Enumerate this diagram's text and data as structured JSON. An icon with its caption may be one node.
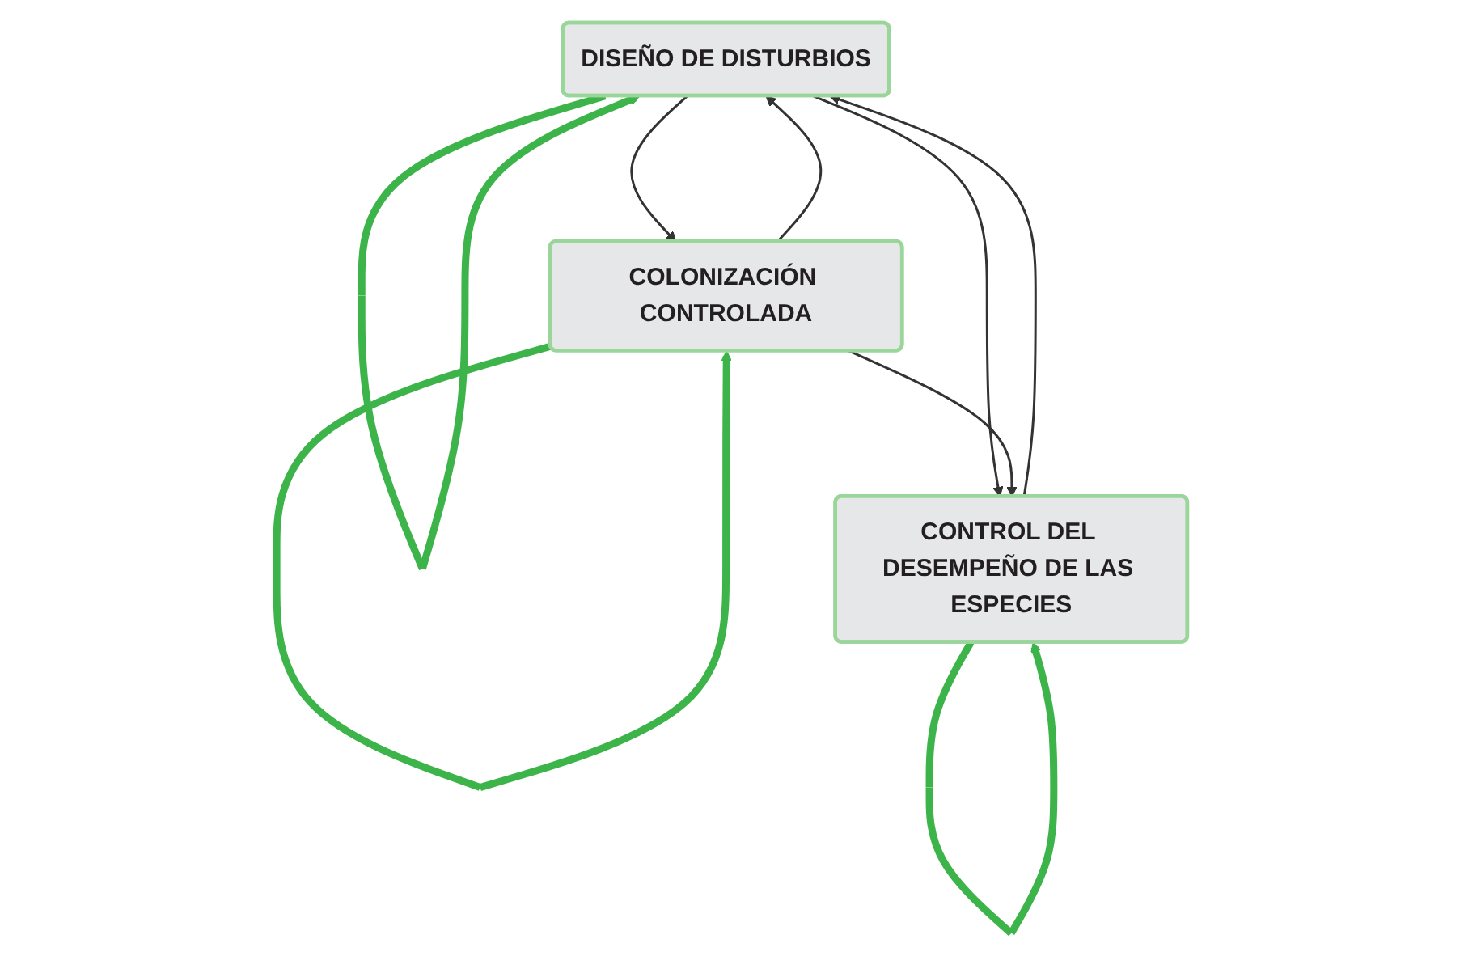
{
  "diagram": {
    "nodes": [
      {
        "text": [
          "DISEÑO DE DISTURBIOS"
        ]
      },
      {
        "text": [
          "COLONIZACIÓN CONTROLADA"
        ]
      },
      {
        "text": [
          "CONTROL DEL DESEMPEÑO DE LAS ESPECIES"
        ]
      }
    ],
    "edges": [
      {
        "from": 0,
        "to": 0,
        "arrow": "to",
        "style": "thick",
        "color": "#3cb44a"
      },
      {
        "from": 0,
        "to": 1,
        "arrow": "to"
      },
      {
        "from": 1,
        "to": 0,
        "arrow": "to"
      },
      {
        "from": 2,
        "to": 0,
        "arrow": "to"
      },
      {
        "from": 0,
        "to": 2,
        "arrow": "to"
      },
      {
        "from": 1,
        "to": 2,
        "arrow": "to"
      },
      {
        "from": 1,
        "to": 1,
        "arrow": "to",
        "style": "thick",
        "color": "#3cb44a"
      },
      {
        "from": 2,
        "to": 2,
        "arrow": "to",
        "style": "thick",
        "color": "#3cb44a"
      }
    ]
  }
}
